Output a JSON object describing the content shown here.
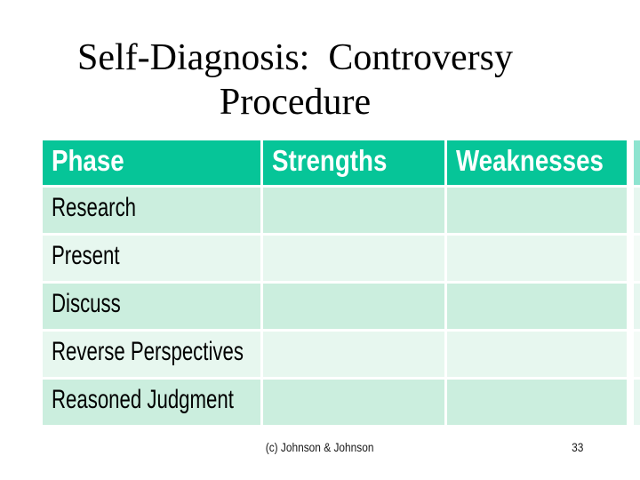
{
  "slide": {
    "title": {
      "line1": "Self-Diagnosis:  Controversy",
      "line2": "Procedure"
    },
    "footer": {
      "credit": "(c) Johnson & Johnson",
      "page_number": "33"
    }
  },
  "table": {
    "columns": [
      "Phase",
      "Strengths",
      "Weaknesses"
    ],
    "rows": [
      {
        "phase": "Research",
        "strengths": "",
        "weaknesses": ""
      },
      {
        "phase": "Present",
        "strengths": "",
        "weaknesses": ""
      },
      {
        "phase": "Discuss",
        "strengths": "",
        "weaknesses": ""
      },
      {
        "phase": "Reverse Perspectives",
        "strengths": "",
        "weaknesses": ""
      },
      {
        "phase": "Reasoned Judgment",
        "strengths": "",
        "weaknesses": ""
      }
    ]
  },
  "colors": {
    "header_bg": "#06C598",
    "header_text": "#FFFFFF",
    "row_dark": "#CBEEDE",
    "row_light": "#E7F7EF",
    "body_text": "#000000"
  }
}
